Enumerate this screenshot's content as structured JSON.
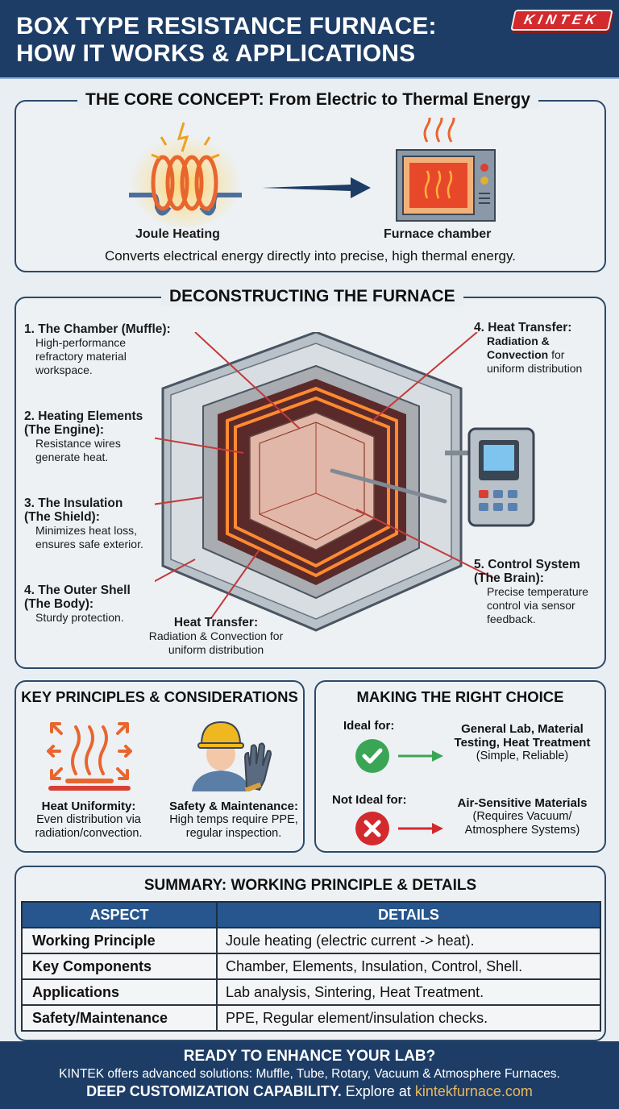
{
  "header": {
    "title_line1": "BOX TYPE RESISTANCE FURNACE:",
    "title_line2": "HOW IT WORKS & APPLICATIONS",
    "logo": "KINTEK",
    "bg_color": "#1d3d66",
    "logo_color": "#d32a2e"
  },
  "core_concept": {
    "title": "THE CORE CONCEPT: From Electric to Thermal Energy",
    "left_label": "Joule Heating",
    "right_label": "Furnace chamber",
    "caption": "Converts electrical energy directly into precise, high thermal energy."
  },
  "deconstruct": {
    "title": "DECONSTRUCTING THE FURNACE",
    "callouts": [
      {
        "title": "1. The Chamber (Muffle):",
        "desc": "High-performance refractory material workspace."
      },
      {
        "title": "2. Heating Elements (The Engine):",
        "desc": "Resistance wires generate heat."
      },
      {
        "title": "3. The Insulation (The Shield):",
        "desc": "Minimizes heat loss, ensures safe exterior."
      },
      {
        "title": "4. The Outer Shell (The Body):",
        "desc": "Sturdy protection."
      },
      {
        "title": "4. Heat Transfer:",
        "desc_bold": "Radiation & Convection",
        "desc": "for uniform distribution"
      },
      {
        "title": "5. Control System (The Brain):",
        "desc": "Precise temperature control via sensor feedback."
      },
      {
        "title": "Heat Transfer:",
        "desc": "Radiation & Convection for uniform distribution"
      }
    ]
  },
  "key_principles": {
    "title": "KEY PRINCIPLES & CONSIDERATIONS",
    "items": [
      {
        "title": "Heat Uniformity:",
        "desc_line1": "Even distribution via",
        "desc_line2": "radiation/convection."
      },
      {
        "title": "Safety & Maintenance:",
        "desc_line1": "High temps require PPE,",
        "desc_line2": "regular inspection."
      }
    ]
  },
  "choice": {
    "title": "MAKING THE RIGHT CHOICE",
    "ideal": {
      "label": "Ideal for:",
      "line1": "General Lab, Material",
      "line2": "Testing, Heat Treatment",
      "note": "(Simple, Reliable)",
      "color": "#3aa655"
    },
    "not_ideal": {
      "label": "Not Ideal for:",
      "line1": "Air-Sensitive Materials",
      "note1": "(Requires Vacuum/",
      "note2": "Atmosphere Systems)",
      "color": "#d32a2e"
    }
  },
  "summary": {
    "title": "SUMMARY: WORKING PRINCIPLE & DETAILS",
    "columns": [
      "ASPECT",
      "DETAILS"
    ],
    "rows": [
      {
        "aspect": "Working Principle",
        "details": "Joule heating (electric current -> heat)."
      },
      {
        "aspect": "Key Components",
        "details": "Chamber, Elements, Insulation, Control, Shell."
      },
      {
        "aspect": "Applications",
        "details": "Lab analysis, Sintering, Heat Treatment."
      },
      {
        "aspect": "Safety/Maintenance",
        "details": "PPE, Regular element/insulation checks."
      }
    ]
  },
  "footer": {
    "headline": "READY TO ENHANCE YOUR LAB?",
    "line2": "KINTEK offers advanced solutions: Muffle, Tube, Rotary, Vacuum & Atmosphere Furnaces.",
    "line3_bold": "DEEP CUSTOMIZATION CAPABILITY.",
    "line3_text": " Explore at ",
    "link": "kintekfurnace.com"
  }
}
